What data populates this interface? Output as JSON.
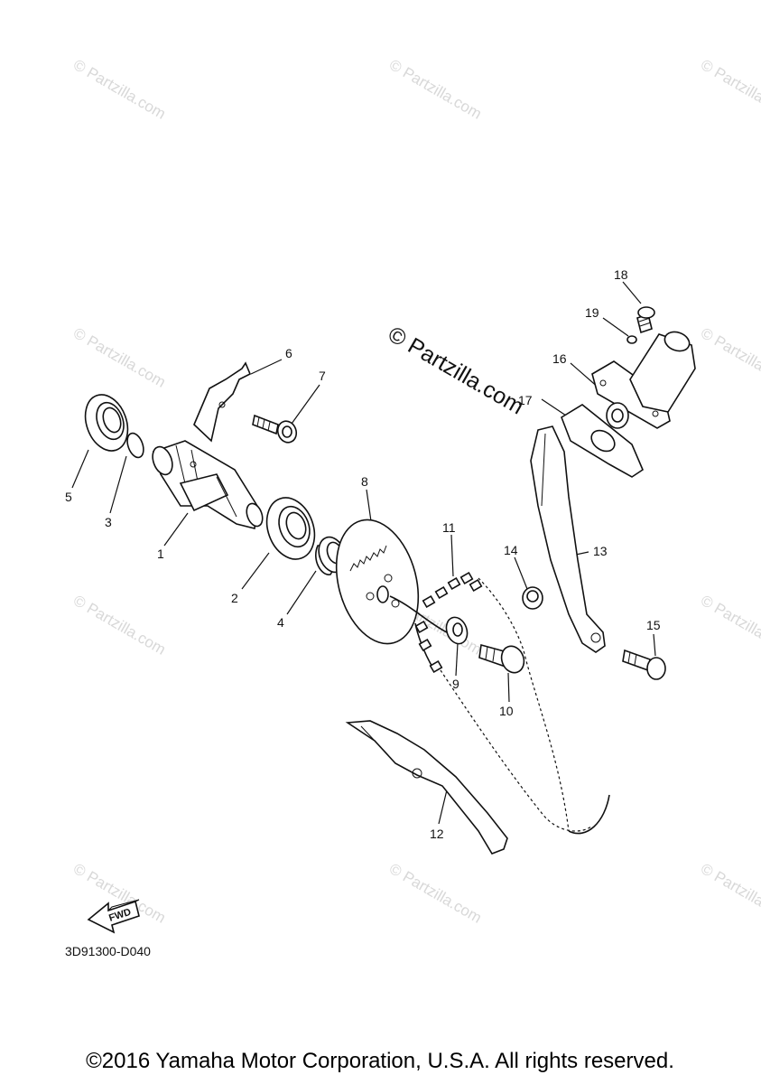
{
  "diagram": {
    "callouts": [
      "1",
      "2",
      "3",
      "4",
      "5",
      "6",
      "7",
      "8",
      "9",
      "10",
      "11",
      "12",
      "13",
      "14",
      "15",
      "16",
      "17",
      "18",
      "19"
    ],
    "watermark": "© Partzilla.com",
    "center_watermark": "© Partzilla.com",
    "diagram_code": "3D91300-D040",
    "fwd_label": "FWD"
  },
  "footer": {
    "copyright": "©2016 Yamaha Motor Corporation, U.S.A. All rights reserved."
  }
}
